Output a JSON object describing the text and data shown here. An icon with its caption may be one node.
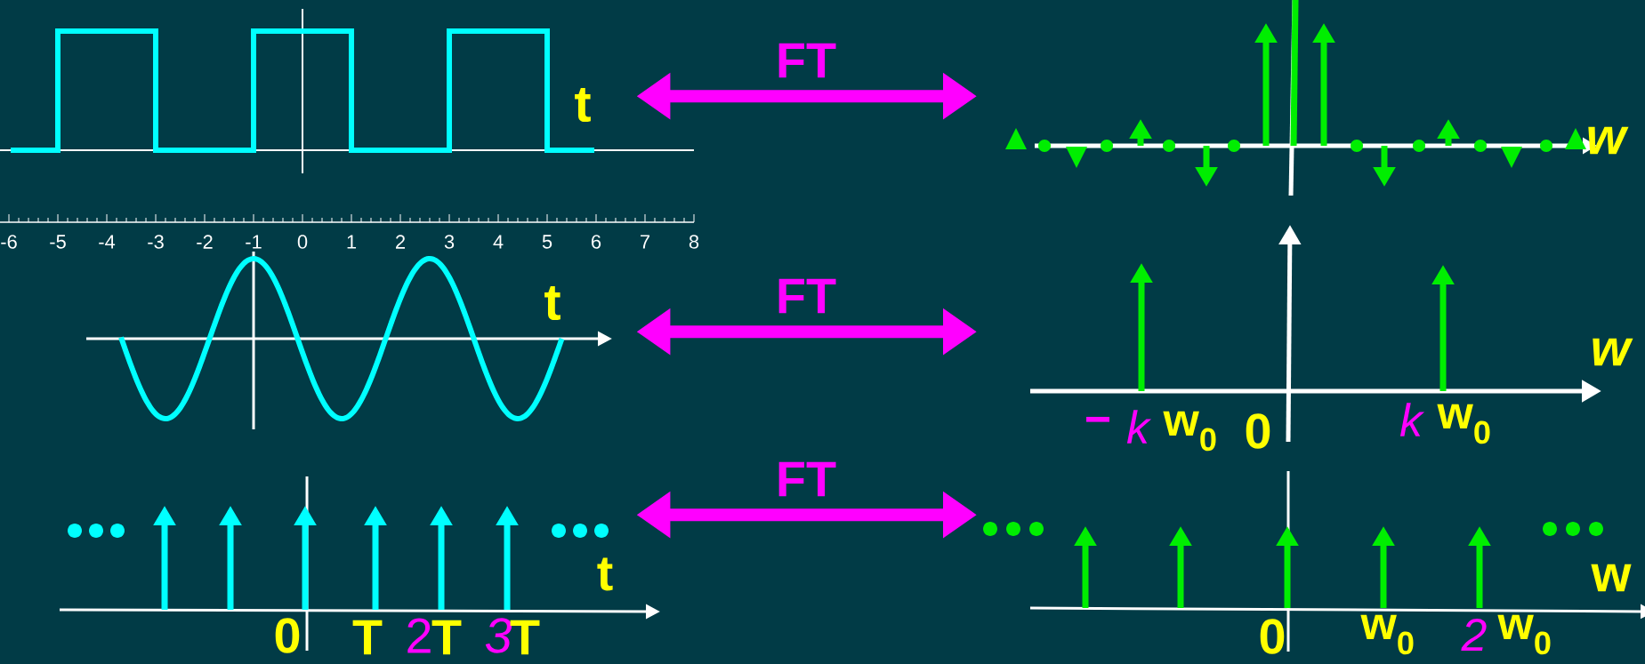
{
  "diagram": {
    "nodes": [
      {
        "text": [
          "t"
        ]
      },
      {
        "text": [
          "w"
        ]
      },
      {
        "text": [
          "t"
        ]
      },
      {
        "text": [
          "w",
          "−",
          "k",
          "w$_{0}$",
          "0",
          "k",
          "w$_{0}$"
        ]
      },
      {
        "text": [
          "t",
          "0",
          "T",
          "2",
          "T",
          "3",
          "T"
        ]
      },
      {
        "text": [
          "w",
          "0",
          "w$_{0}$",
          "2",
          "w$_{0}$"
        ]
      }
    ],
    "edges": [
      {
        "from": 0,
        "to": 1,
        "arrow": "both",
        "label": "FT"
      },
      {
        "from": 2,
        "to": 3,
        "arrow": "both",
        "label": "FT"
      },
      {
        "from": 4,
        "to": 5,
        "arrow": "both",
        "label": "FT"
      }
    ],
    "labels": [
      "-6",
      "-5",
      "-4",
      "-3",
      "-2",
      "-1",
      "0",
      "1",
      "2",
      "3",
      "4",
      "5",
      "6",
      "7",
      "8"
    ]
  }
}
